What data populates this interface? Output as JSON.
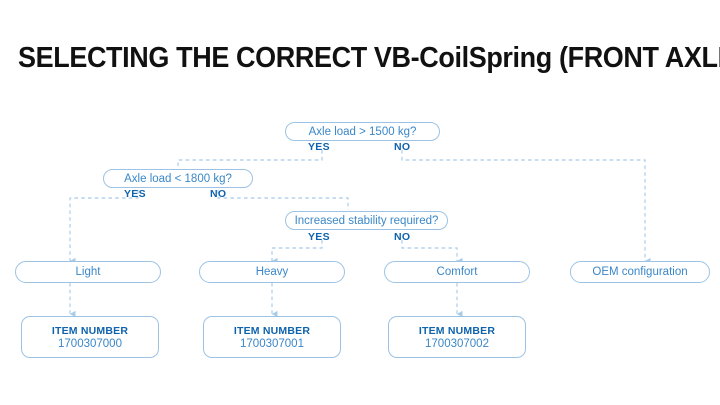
{
  "title": "SELECTING THE CORRECT VB-CoilSpring (FRONT AXLE)",
  "colors": {
    "background": "#ffffff",
    "title_text": "#111111",
    "node_border": "#9cc3e5",
    "node_text": "#3a87c8",
    "label_bold_blue": "#0f63ad",
    "connector": "#9cc3e5"
  },
  "decisions": [
    {
      "id": "axle-load-1500",
      "question": "Axle load > 1500 kg?",
      "yes_label": "YES",
      "no_label": "NO"
    },
    {
      "id": "axle-load-1800",
      "question": "Axle load < 1800 kg?",
      "yes_label": "YES",
      "no_label": "NO"
    },
    {
      "id": "increased-stability",
      "question": "Increased stability required?",
      "yes_label": "YES",
      "no_label": "NO"
    }
  ],
  "results": [
    {
      "id": "light",
      "label": "Light"
    },
    {
      "id": "heavy",
      "label": "Heavy"
    },
    {
      "id": "comfort",
      "label": "Comfort"
    },
    {
      "id": "oem",
      "label": "OEM configuration"
    }
  ],
  "item_numbers": [
    {
      "header": "ITEM NUMBER",
      "number": "1700307000"
    },
    {
      "header": "ITEM NUMBER",
      "number": "1700307001"
    },
    {
      "header": "ITEM NUMBER",
      "number": "1700307002"
    }
  ]
}
